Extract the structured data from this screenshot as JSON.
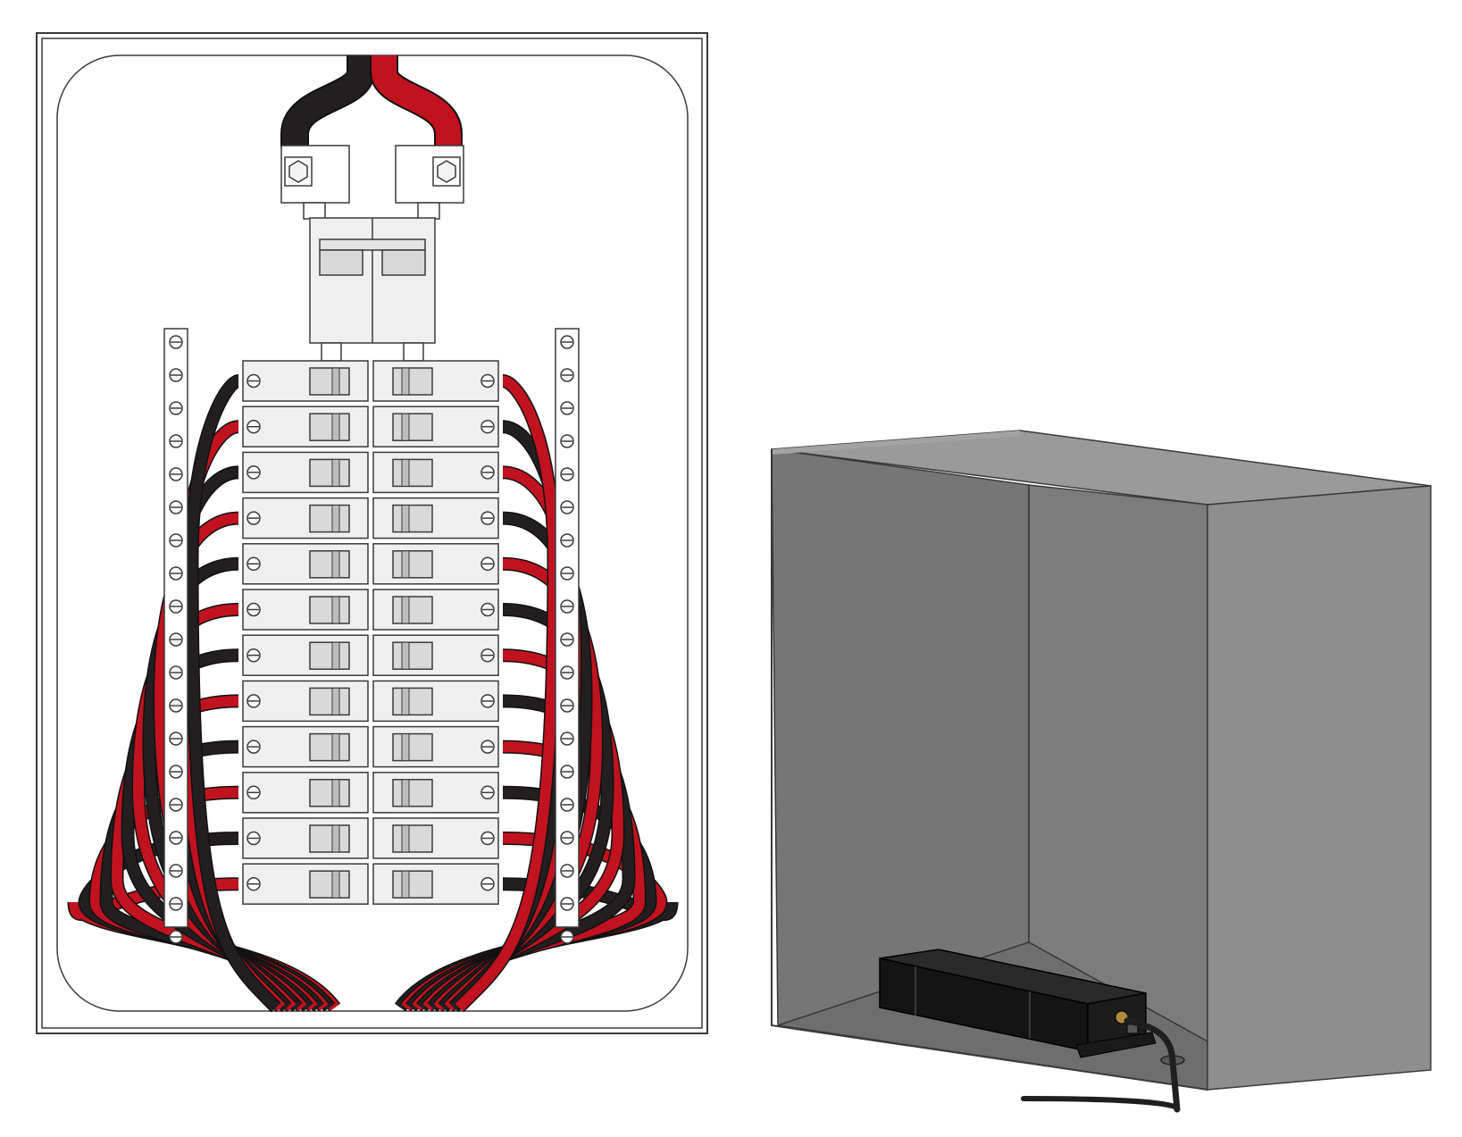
{
  "diagram": {
    "panel": {
      "feed_wires": [
        "black",
        "red"
      ],
      "breaker_rows": 12,
      "breaker_columns": 2,
      "branch_wire_pattern": [
        "black",
        "red"
      ]
    },
    "enclosure": {
      "contains": "wireless-device",
      "antenna": true
    }
  },
  "colors": {
    "wire_black": "#231f20",
    "wire_red": "#c1121f",
    "outline": "#3a3a3a",
    "breaker_fill": "#efefef",
    "handle_fill": "#d9d9d9",
    "box_front": "#7a7a7a",
    "box_side": "#8e8e8e",
    "box_inner": "#737373",
    "box_top": "#9a9a9a",
    "device": "#141414"
  }
}
